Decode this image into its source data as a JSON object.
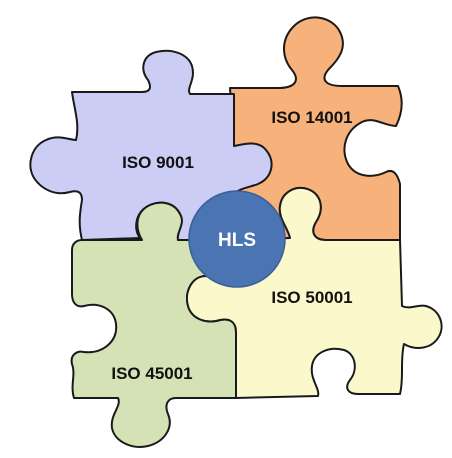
{
  "pieces": [
    {
      "label": "ISO 9001",
      "color": "#cccdf4"
    },
    {
      "label": "ISO 14001",
      "color": "#f7b27c"
    },
    {
      "label": "ISO 45001",
      "color": "#d4e2b6"
    },
    {
      "label": "ISO 50001",
      "color": "#fbf8cc"
    }
  ],
  "hub": {
    "label": "HLS",
    "color": "#4a74b2"
  }
}
